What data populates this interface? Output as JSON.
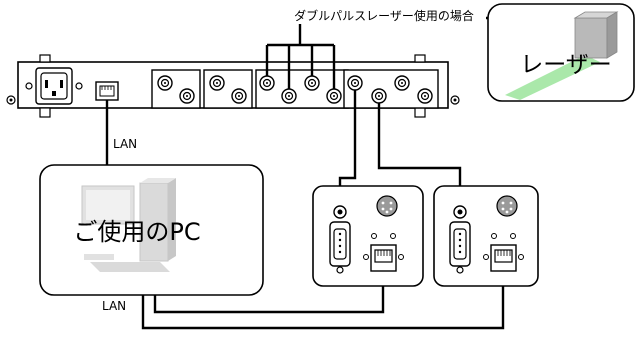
{
  "labels": {
    "dual_pulse_note": "ダブルパルスレーザー使用の場合",
    "laser": "レーザー",
    "pc": "ご使用のPC",
    "lan_top": "LAN",
    "lan_bottom": "LAN"
  },
  "colors": {
    "line": "#000000",
    "panel_fill": "#ffffff",
    "laser_beam": "#7ddc7d",
    "laser_box": "#b9b9b9",
    "monitor_screen": "#c9c9c9",
    "connector_gray": "#9a9a9a"
  },
  "icons": [
    "power-inlet-icon",
    "lan-port-icon",
    "bnc-connector-icon",
    "db9-connector-icon",
    "rj45-connector-icon",
    "mini-din-connector-icon",
    "computer-icon",
    "laser-module-icon"
  ]
}
